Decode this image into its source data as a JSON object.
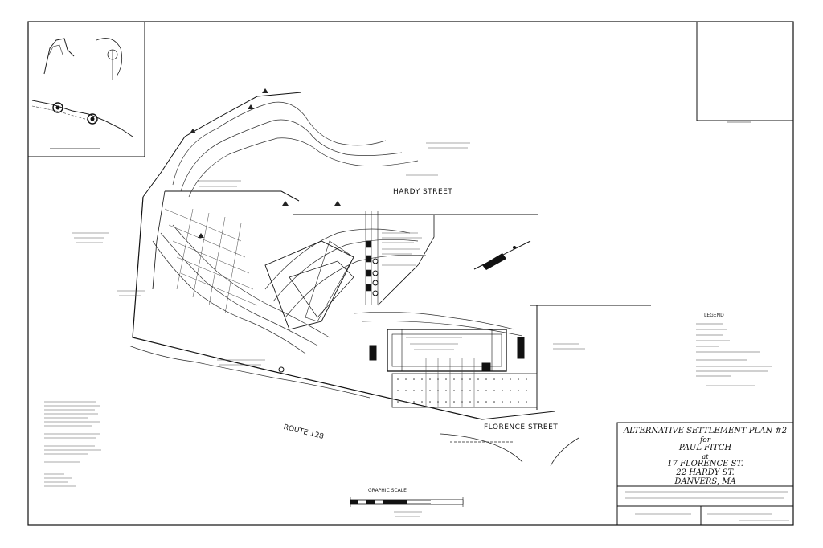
{
  "title_block": {
    "plan_title": "ALTERNATIVE SETTLEMENT PLAN #2",
    "for_word": "for",
    "client": "PAUL FITCH",
    "at_word": "at",
    "address_1": "17 FLORENCE ST.",
    "address_2": "22 HARDY ST.",
    "town": "DANVERS, MA"
  },
  "streets": {
    "hardy": "HARDY STREET",
    "florence": "FLORENCE STREET",
    "route": "ROUTE 128"
  },
  "legend": {
    "heading": "LEGEND"
  },
  "graphic_scale": {
    "label": "GRAPHIC SCALE"
  },
  "colors": {
    "ink": "#111111",
    "paper": "#ffffff"
  }
}
